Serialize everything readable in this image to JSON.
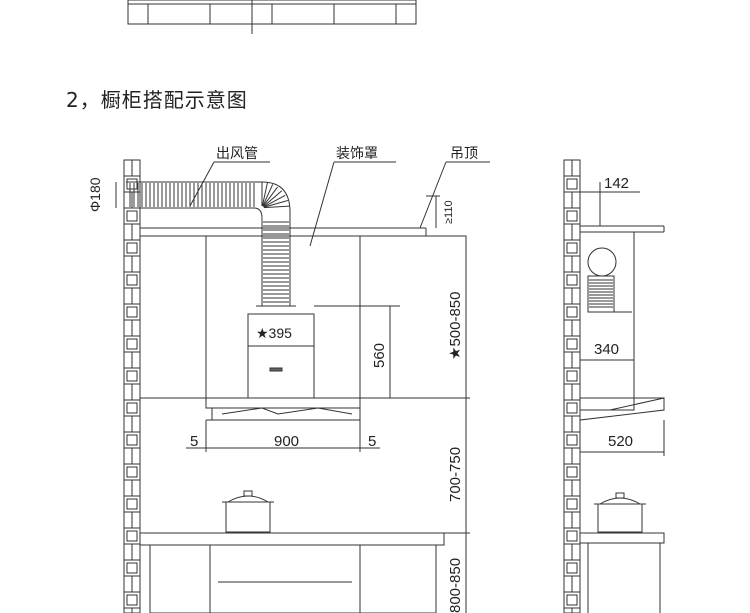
{
  "section_title": "2，橱柜搭配示意图",
  "callouts": {
    "duct": "出风管",
    "cover": "装饰罩",
    "ceiling": "吊顶"
  },
  "dimensions": {
    "duct_diameter": "Φ180",
    "ceiling_gap": "≥110",
    "cover_height": "★395",
    "hood_height": "560",
    "mount_range": "★500-850",
    "hood_width": "900",
    "side_left": "5",
    "side_right": "5",
    "cooktop_height": "700-750",
    "counter_height": "800-850",
    "side_outlet": "142",
    "side_depth_cover": "340",
    "side_depth_hood": "520"
  },
  "colors": {
    "line": "#333333",
    "brick_fill": "#ffffff",
    "text": "#222222"
  }
}
